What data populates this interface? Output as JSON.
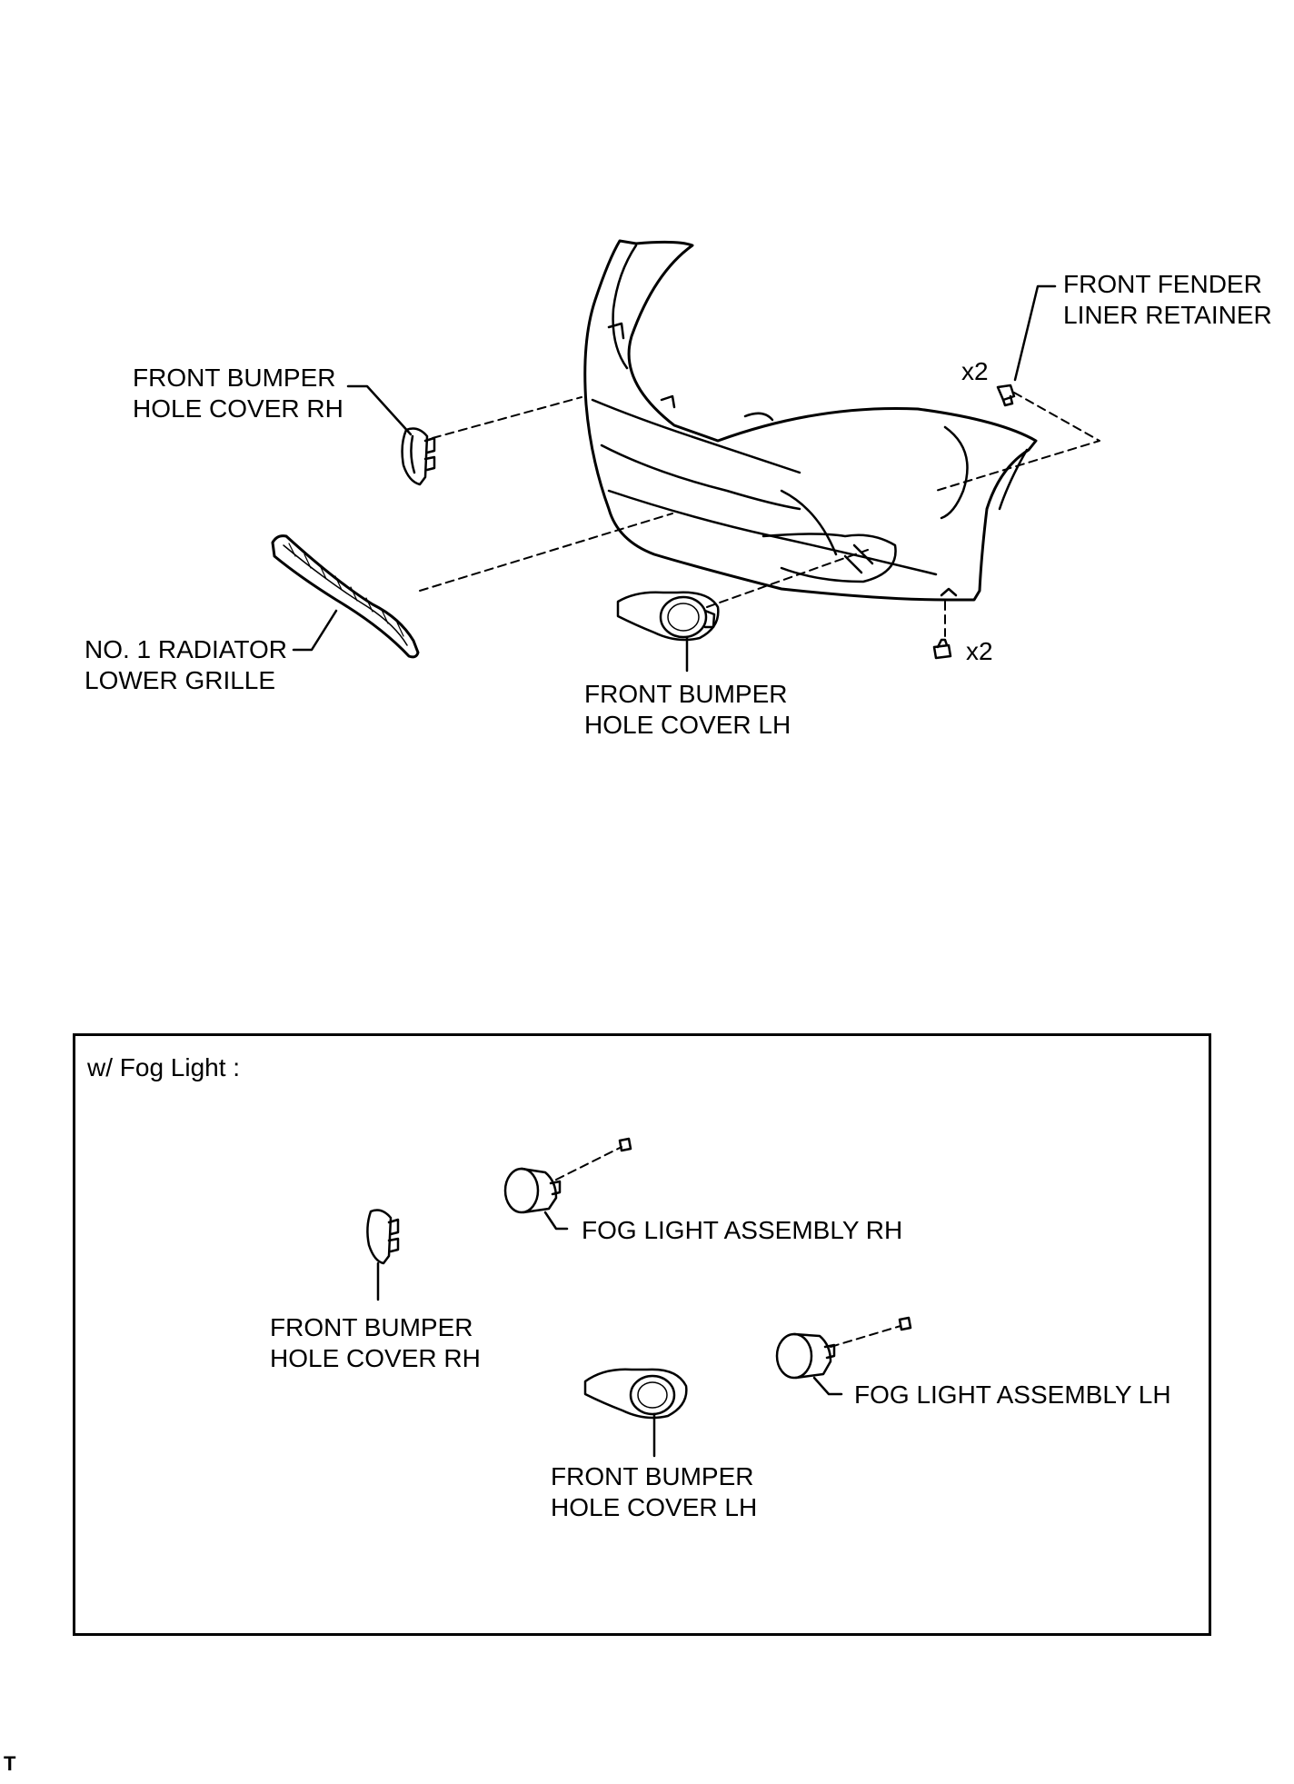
{
  "labels": {
    "front_fender_liner_retainer": "FRONT FENDER\nLINER RETAINER",
    "front_bumper_hole_cover_rh_top": "FRONT BUMPER\nHOLE COVER RH",
    "no1_radiator_lower_grille": "NO. 1 RADIATOR\nLOWER GRILLE",
    "front_bumper_hole_cover_lh_top": "FRONT BUMPER\nHOLE COVER LH",
    "qty_retainer_top": "x2",
    "qty_retainer_bottom": "x2"
  },
  "inset": {
    "title": "w/ Fog Light :",
    "fog_light_rh": "FOG LIGHT ASSEMBLY RH",
    "fog_light_lh": "FOG LIGHT ASSEMBLY LH",
    "front_bumper_hole_cover_rh": "FRONT BUMPER\nHOLE COVER RH",
    "front_bumper_hole_cover_lh": "FRONT BUMPER\nHOLE COVER LH"
  },
  "corner_mark": "T"
}
